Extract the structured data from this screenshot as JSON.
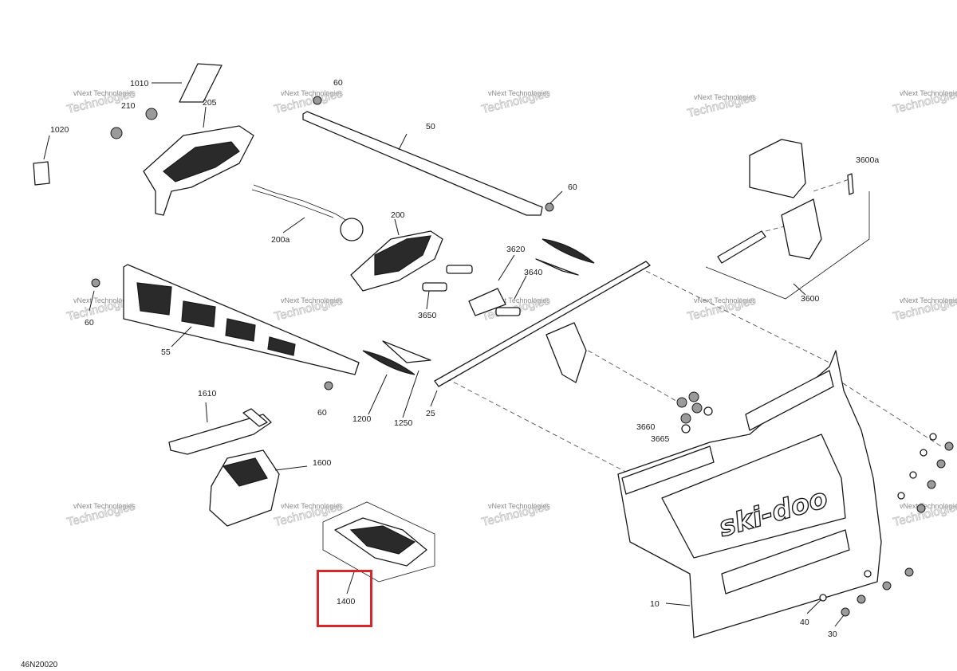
{
  "diagram": {
    "code": "46N20020",
    "watermark": {
      "line1": "vNext Technologies",
      "line2": "Technologies"
    },
    "highlight_color": "#d62828",
    "highlighted_callout": "1400",
    "callouts": {
      "c1010": "1010",
      "c210": "210",
      "c205": "205",
      "c1020": "1020",
      "c60a": "60",
      "c50": "50",
      "c60b": "60",
      "c200": "200",
      "c200a": "200a",
      "c3620": "3620",
      "c3640": "3640",
      "c3650": "3650",
      "c3600a": "3600a",
      "c3600": "3600",
      "c60c": "60",
      "c55": "55",
      "c60d": "60",
      "c1200": "1200",
      "c1250": "1250",
      "c25": "25",
      "c3660": "3660",
      "c3665": "3665",
      "c1610": "1610",
      "c1600": "1600",
      "c1400": "1400",
      "c10": "10",
      "c40": "40",
      "c30": "30"
    },
    "logo_text": "ski-doo"
  }
}
